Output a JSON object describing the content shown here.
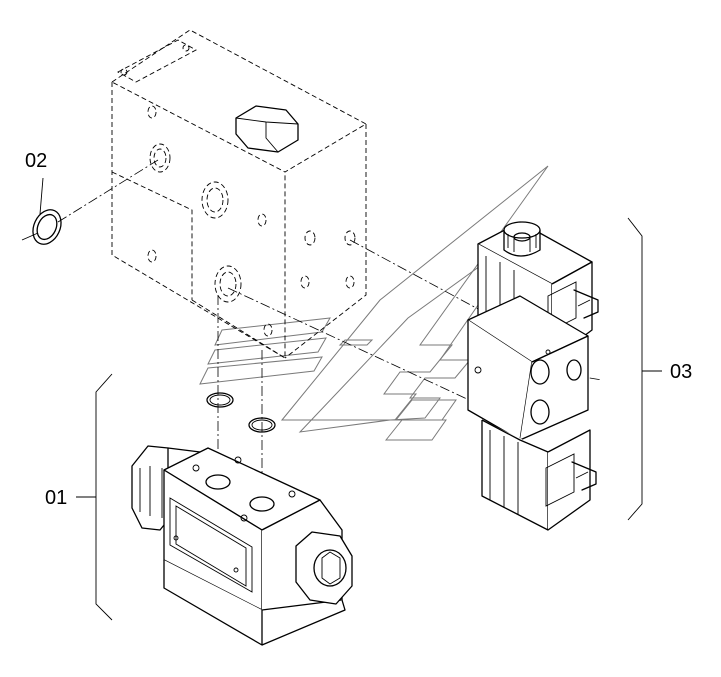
{
  "callouts": {
    "c01": "01",
    "c02": "02",
    "c03": "03"
  },
  "colors": {
    "line": "#000000",
    "watermark": "#7a7a7a",
    "background": "#ffffff"
  }
}
